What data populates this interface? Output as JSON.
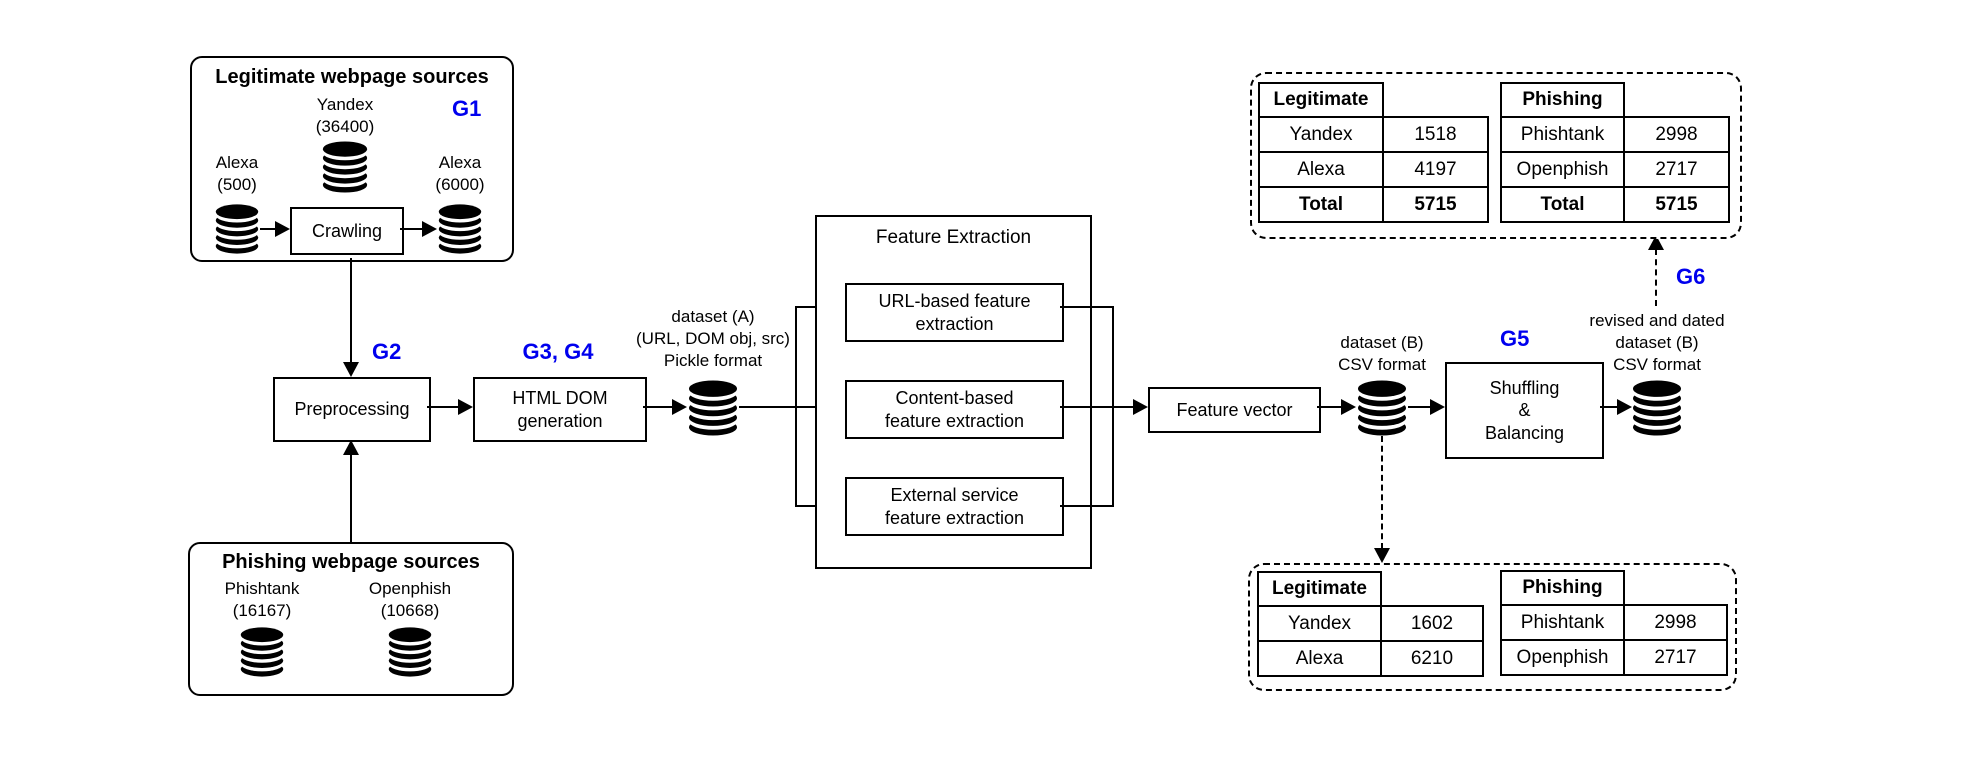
{
  "colors": {
    "accent_blue": "#0000ee",
    "line": "#000000",
    "background": "#ffffff"
  },
  "legit_sources": {
    "title": "Legitimate webpage sources",
    "g_label": "G1",
    "yandex_label": "Yandex",
    "yandex_count": "(36400)",
    "alexa_in_label": "Alexa",
    "alexa_in_count": "(500)",
    "crawling_label": "Crawling",
    "alexa_out_label": "Alexa",
    "alexa_out_count": "(6000)"
  },
  "phishing_sources": {
    "title": "Phishing webpage sources",
    "phishtank_label": "Phishtank",
    "phishtank_count": "(16167)",
    "openphish_label": "Openphish",
    "openphish_count": "(10668)"
  },
  "pipeline": {
    "g2": "G2",
    "preprocessing": "Preprocessing",
    "g34": "G3, G4",
    "html_dom": [
      "HTML DOM",
      "generation"
    ],
    "dataset_a": [
      "dataset (A)",
      "(URL, DOM obj, src)",
      "Pickle format"
    ],
    "feature_extraction_title": "Feature Extraction",
    "url_based": [
      "URL-based feature",
      "extraction"
    ],
    "content_based": [
      "Content-based",
      "feature extraction"
    ],
    "external_service": [
      "External service",
      "feature extraction"
    ],
    "feature_vector": "Feature vector",
    "dataset_b": [
      "dataset (B)",
      "CSV format"
    ],
    "g5": "G5",
    "shuffling": [
      "Shuffling",
      "&",
      "Balancing"
    ],
    "revised": [
      "revised and dated",
      "dataset (B)",
      "CSV format"
    ],
    "g6": "G6"
  },
  "tables": {
    "final": {
      "legit": {
        "header": "Legitimate",
        "rows": [
          [
            "Yandex",
            "1518"
          ],
          [
            "Alexa",
            "4197"
          ]
        ],
        "total": [
          "Total",
          "5715"
        ]
      },
      "phish": {
        "header": "Phishing",
        "rows": [
          [
            "Phishtank",
            "2998"
          ],
          [
            "Openphish",
            "2717"
          ]
        ],
        "total": [
          "Total",
          "5715"
        ]
      }
    },
    "initial": {
      "legit": {
        "header": "Legitimate",
        "rows": [
          [
            "Yandex",
            "1602"
          ],
          [
            "Alexa",
            "6210"
          ]
        ]
      },
      "phish": {
        "header": "Phishing",
        "rows": [
          [
            "Phishtank",
            "2998"
          ],
          [
            "Openphish",
            "2717"
          ]
        ]
      }
    }
  }
}
